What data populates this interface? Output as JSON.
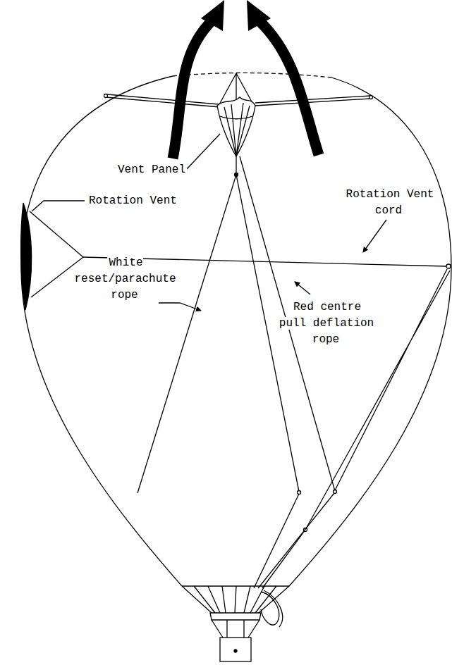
{
  "diagram": {
    "labels": [
      "Vent Panel",
      "Rotation Vent",
      "Rotation Vent cord",
      "White reset/parachute rope",
      "Red centre pull deflation rope"
    ]
  }
}
